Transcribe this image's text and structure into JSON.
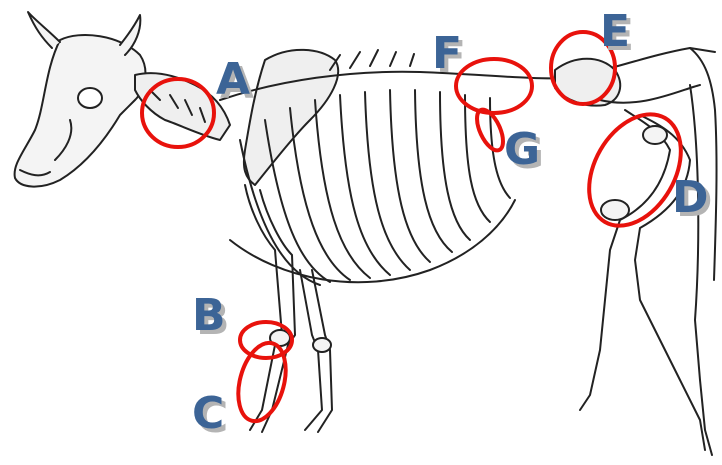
{
  "diagram": {
    "subject": "cow-skeleton",
    "marker_color": "#e8120c",
    "label_color": "#3c6496",
    "label_shadow_color": "#b4b4b4",
    "markers": [
      {
        "id": "A",
        "label": "A",
        "region": "cervical-vertebrae"
      },
      {
        "id": "B",
        "label": "B",
        "region": "carpus"
      },
      {
        "id": "C",
        "label": "C",
        "region": "metacarpus"
      },
      {
        "id": "D",
        "label": "D",
        "region": "femur-stifle"
      },
      {
        "id": "E",
        "label": "E",
        "region": "sacrum-pelvis"
      },
      {
        "id": "F",
        "label": "F",
        "region": "lumbar-vertebrae"
      },
      {
        "id": "G",
        "label": "G",
        "region": "lumbar-transverse-process"
      }
    ]
  }
}
